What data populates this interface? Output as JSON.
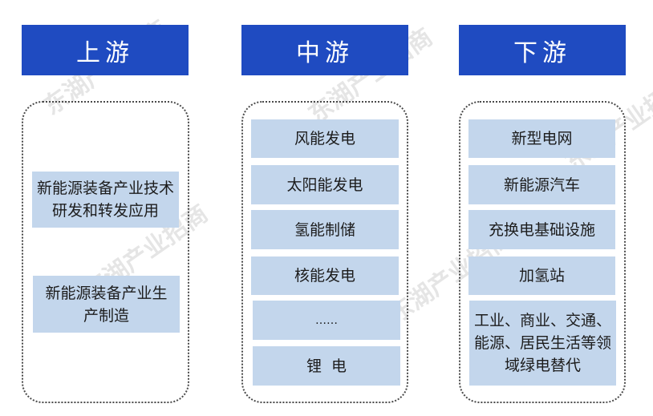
{
  "columns": [
    {
      "title": "上游",
      "items": [
        {
          "label": "新能源装备产业技术研发和转发应用"
        },
        {
          "label": "新能源装备产业生产制造"
        }
      ]
    },
    {
      "title": "中游",
      "items": [
        {
          "label": "风能发电"
        },
        {
          "label": "太阳能发电"
        },
        {
          "label": "氢能制储"
        },
        {
          "label": "核能发电"
        },
        {
          "label": "……"
        },
        {
          "label": "锂  电"
        }
      ]
    },
    {
      "title": "下游",
      "items": [
        {
          "label": "新型电网"
        },
        {
          "label": "新能源汽车"
        },
        {
          "label": "充换电基础设施"
        },
        {
          "label": "加氢站"
        },
        {
          "label": "工业、商业、交通、能源、居民生活等领域绿电替代"
        }
      ]
    }
  ],
  "watermark": "东湖产业招商",
  "colors": {
    "header_bg": "#1f4bc1",
    "header_text": "#ffffff",
    "item_bg": "#c3d6ec",
    "item_text": "#1c1c1c",
    "container_border": "#4a4a4a"
  }
}
